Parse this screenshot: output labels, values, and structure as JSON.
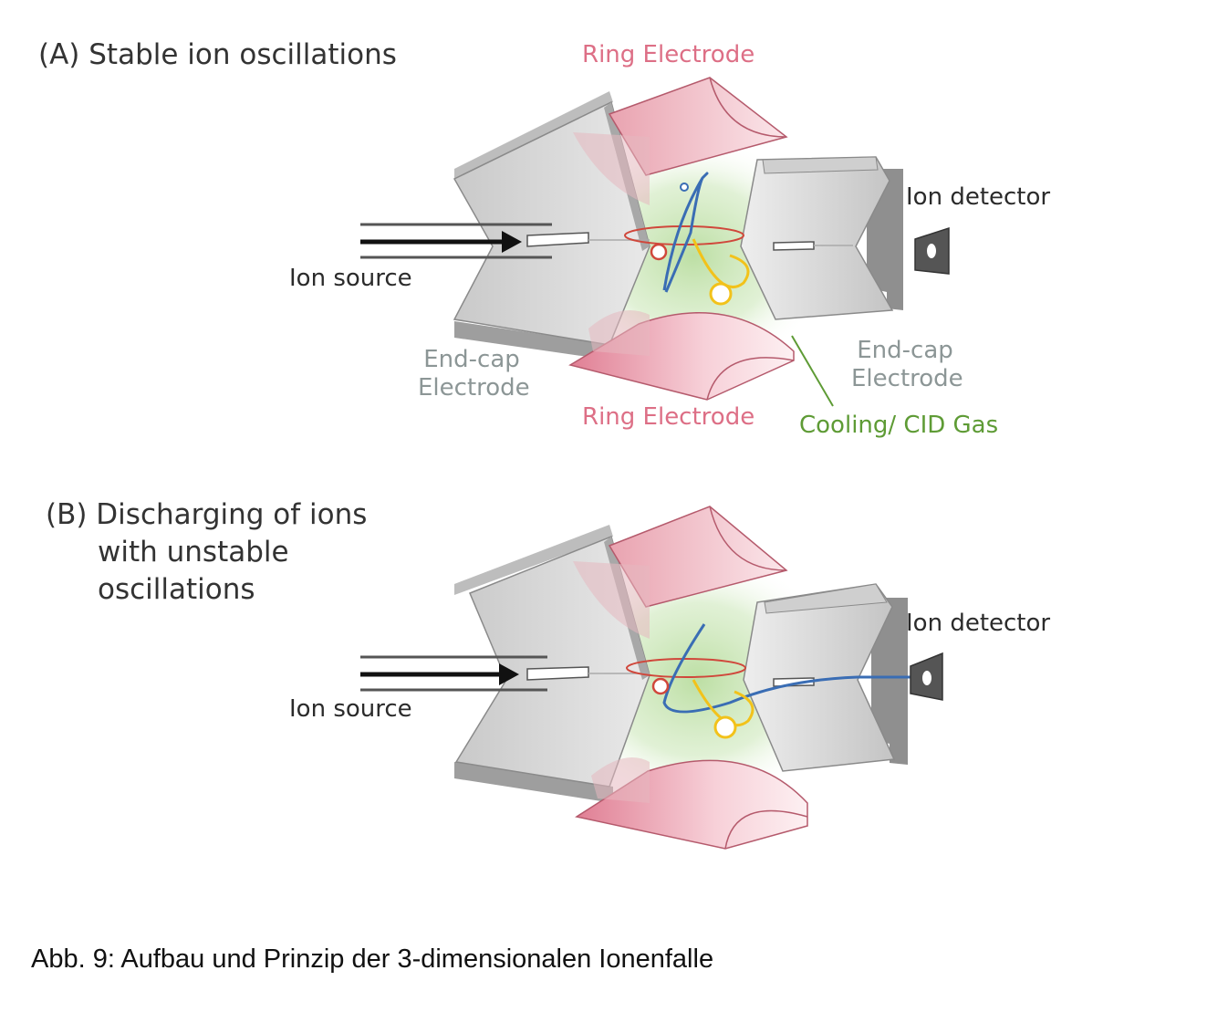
{
  "panel_a": {
    "title": "(A) Stable ion oscillations",
    "ring_top": "Ring Electrode",
    "ring_bottom": "Ring Electrode",
    "ion_detector": "Ion detector",
    "ion_source": "Ion source",
    "endcap_left": [
      "End-cap",
      "Electrode"
    ],
    "endcap_right": [
      "End-cap",
      "Electrode"
    ],
    "gas": "Cooling/ CID Gas"
  },
  "panel_b": {
    "title": [
      "(B) Discharging of ions",
      "with unstable",
      "oscillations"
    ],
    "ion_detector": "Ion detector",
    "ion_source": "Ion source"
  },
  "caption": "Abb. 9: Aufbau und Prinzip der 3-dimensionalen Ionenfalle",
  "colors": {
    "ring": "#e8899c",
    "endcap": "#d6d6d6",
    "gas": "#bfe0a6",
    "stable_ion_orbit": "#3a6db4",
    "ion_yellow": "#f2c21a",
    "ion_red": "#d0473b",
    "detector": "#555555"
  }
}
